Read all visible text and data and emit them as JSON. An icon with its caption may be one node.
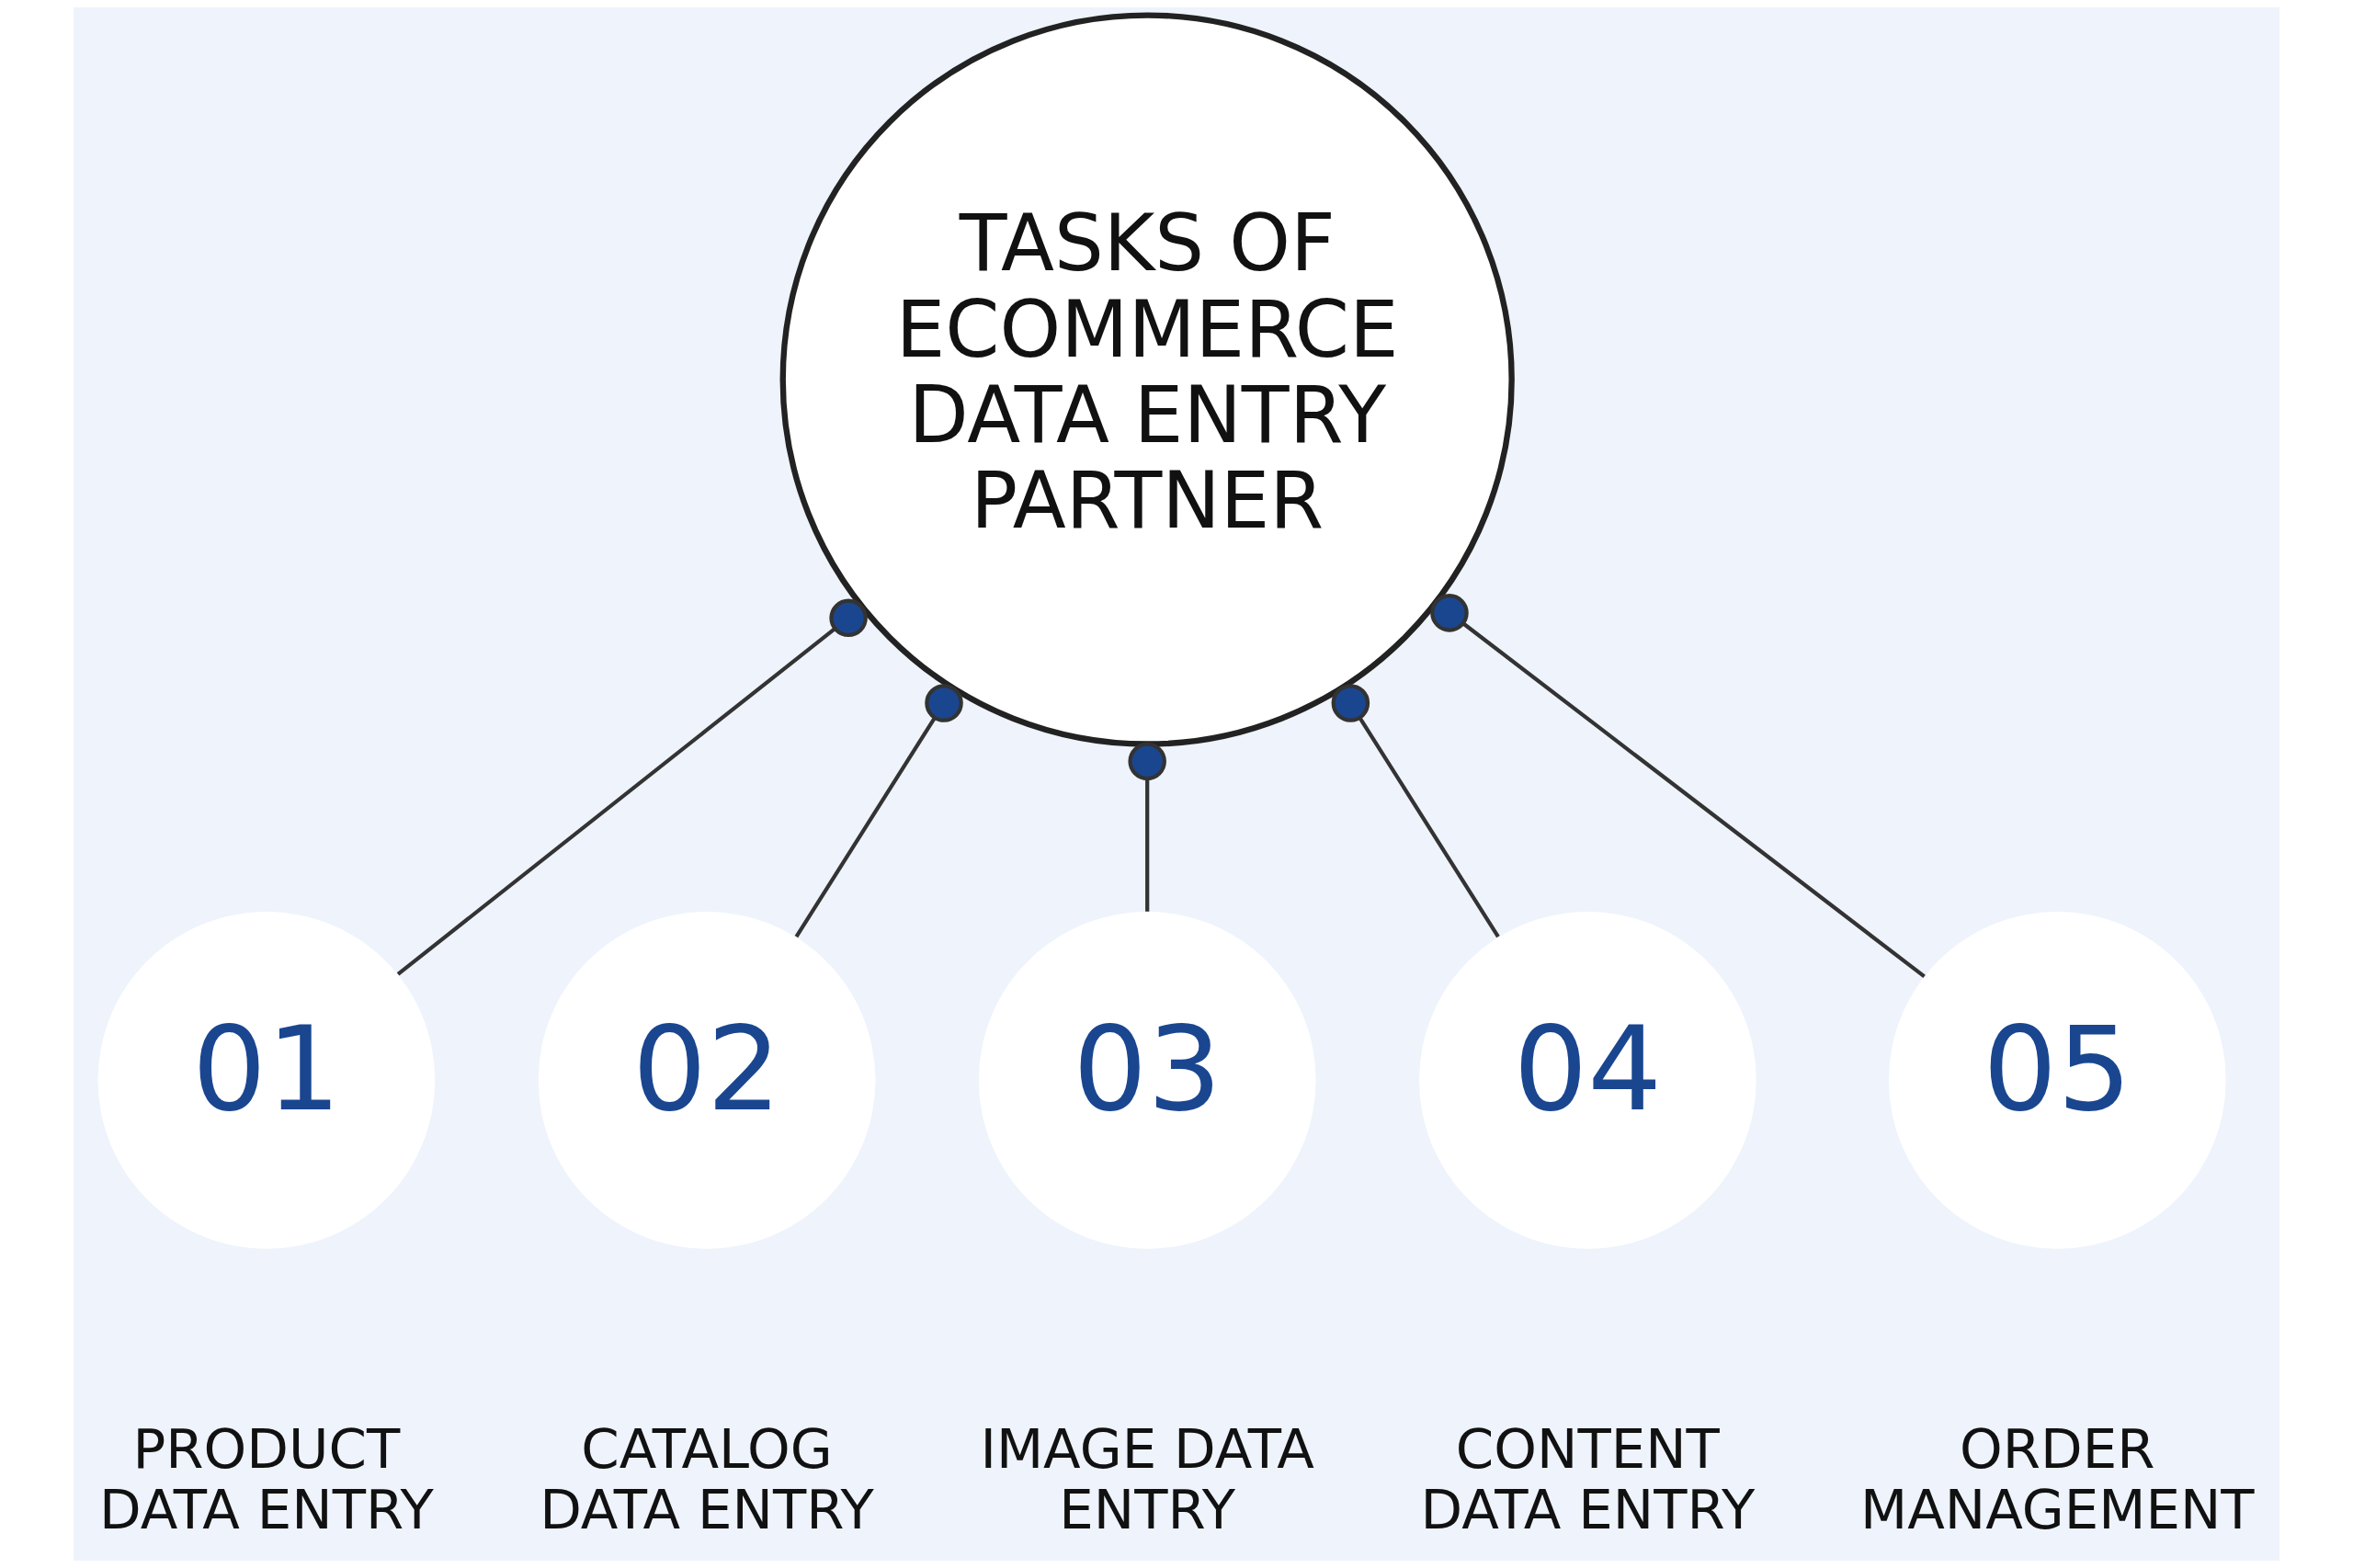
{
  "diagram": {
    "nodes": [
      {
        "text": [
          "TASKS OF ECOMMERCE DATA ENTRY PARTNER"
        ]
      },
      {
        "text": [
          "01"
        ],
        "beside": [
          "PRODUCT DATA ENTRY"
        ]
      },
      {
        "text": [
          "02"
        ],
        "beside": [
          "CATALOG DATA ENTRY"
        ]
      },
      {
        "text": [
          "03"
        ],
        "beside": [
          "IMAGE DATA ENTRY"
        ]
      },
      {
        "text": [
          "04"
        ],
        "beside": [
          "CONTENT DATA ENTRY"
        ]
      },
      {
        "text": [
          "05"
        ],
        "beside": [
          "ORDER MANAGEMENT"
        ]
      }
    ],
    "edges": [
      {
        "from": 0,
        "to": 1,
        "arrow": "other"
      },
      {
        "from": 0,
        "to": 2,
        "arrow": "other"
      },
      {
        "from": 0,
        "to": 3,
        "arrow": "other"
      },
      {
        "from": 0,
        "to": 4,
        "arrow": "other"
      },
      {
        "from": 0,
        "to": 5,
        "arrow": "other"
      }
    ]
  }
}
